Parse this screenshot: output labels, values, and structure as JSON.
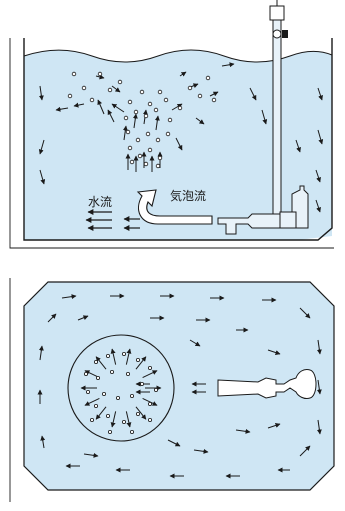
{
  "labels": {
    "water_flow": "水流",
    "bubble_flow": "気泡流"
  },
  "colors": {
    "water": "#cfe6f4",
    "line": "#1a1a1a",
    "background": "#ffffff"
  },
  "views": {
    "side": {
      "name": "side-section-view"
    },
    "top": {
      "name": "top-plan-view"
    }
  }
}
